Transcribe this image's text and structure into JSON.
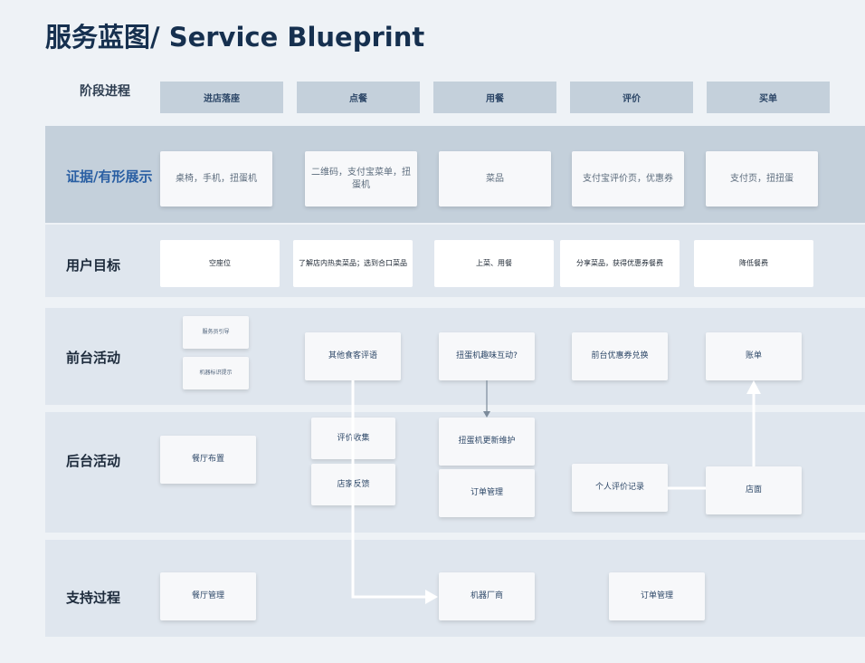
{
  "title": "服务蓝图/ Service Blueprint",
  "stage_label": "阶段进程",
  "stages": [
    "进店落座",
    "点餐",
    "用餐",
    "评价",
    "买单"
  ],
  "rows": {
    "evidence": "证据/有形展示",
    "user_goal": "用户目标",
    "frontstage": "前台活动",
    "backstage": "后台活动",
    "support": "支持过程"
  },
  "evidence_cards": [
    "桌椅，手机，扭蛋机",
    "二维码，支付宝菜单，扭蛋机",
    "菜品",
    "支付宝评价页，优惠券",
    "支付页，扭扭蛋"
  ],
  "goal_cards": [
    "空座位",
    "了解店内热卖菜品；选到合口菜品",
    "上菜、用餐",
    "分享菜品，获得优惠券餐费",
    "降低餐费"
  ],
  "front_cards": {
    "waiter_guide": "服务员引导",
    "machine_hint": "机器标识提示",
    "other_reviews": "其他食客评语",
    "gacha_fun": "扭蛋机趣味互动?",
    "coupon_redeem": "前台优惠券兑换",
    "bill": "账单"
  },
  "back_cards": {
    "layout": "餐厅布置",
    "review_collect": "评价收集",
    "feedback": "店家反馈",
    "gacha_update": "扭蛋机更新维护",
    "order_mgmt": "订单管理",
    "personal_reviews": "个人评价记录",
    "store": "店面"
  },
  "support_cards": {
    "restaurant_mgmt": "餐厅管理",
    "vendor": "机器厂商",
    "order_mgmt": "订单管理"
  },
  "colors": {
    "background": "#eef2f6",
    "stage_header": "#c4d0db",
    "evidence_band": "#c4d0db",
    "band": "#dfe6ee",
    "title": "#16304f",
    "evidence_label": "#2a5fa3"
  }
}
